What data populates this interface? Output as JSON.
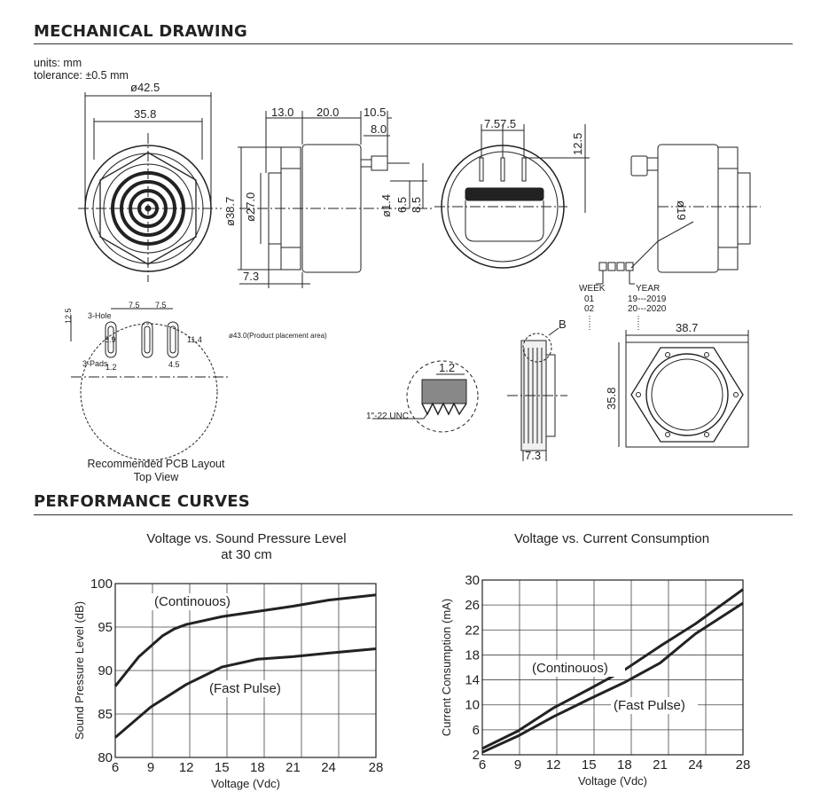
{
  "sections": {
    "mechanical": "MECHANICAL DRAWING",
    "performance": "PERFORMANCE CURVES"
  },
  "notes": {
    "units": "units: mm",
    "tolerance": "tolerance: ±0.5 mm"
  },
  "drawing": {
    "dims": {
      "d425": "ø42.5",
      "d358": "35.8",
      "d13": "13.0",
      "d20": "20.0",
      "d105": "10.5",
      "d80": "8.0",
      "d387": "ø38.7",
      "d270": "ø27.0",
      "d73": "7.3",
      "d14": "ø1.4",
      "d65": "6.5",
      "d85": "8.5",
      "d757": "7.57.5",
      "d125": "12.5",
      "d019": "ø19"
    },
    "date_code": {
      "week": "WEEK",
      "week_vals": [
        "01",
        "02"
      ],
      "year": "YEAR",
      "year_vals": [
        "19---2019",
        "20---2020"
      ]
    },
    "pcb": {
      "d125": "12.5",
      "d75a": "7.5",
      "d75b": "7.5",
      "hole": "3-Hole",
      "d89": "8.9",
      "d114": "11.4",
      "area": "ø43.0(Product placement area)",
      "pads": "3-Pads",
      "d12": "1.2",
      "d45": "4.5",
      "caption1": "Recommended PCB Layout",
      "caption2": "Top View"
    },
    "detail": {
      "b": "B",
      "d12": "1.2",
      "thread": "1\"-22 UNC",
      "d73": "7.3",
      "d387": "38.7",
      "d358": "35.8"
    }
  },
  "chart_data": [
    {
      "type": "line",
      "title": "Voltage vs. Sound Pressure Level",
      "subtitle": "at 30 cm",
      "xlabel": "Voltage (Vdc)",
      "ylabel": "Sound Pressure Level (dB)",
      "xlim": [
        6,
        28
      ],
      "ylim": [
        80,
        100
      ],
      "xticks": [
        6,
        9,
        12,
        15,
        18,
        21,
        24,
        28
      ],
      "yticks": [
        80,
        85,
        90,
        95,
        100
      ],
      "grid": true,
      "series": [
        {
          "name": "(Continouos)",
          "x": [
            6,
            8,
            10,
            11,
            12,
            15,
            18,
            21,
            24,
            28
          ],
          "y": [
            88.2,
            91.6,
            94.0,
            94.8,
            95.3,
            96.2,
            96.8,
            97.4,
            98.1,
            98.7
          ]
        },
        {
          "name": "(Fast Pulse)",
          "x": [
            6,
            9,
            12,
            15,
            18,
            21,
            24,
            28
          ],
          "y": [
            82.3,
            85.8,
            88.4,
            90.4,
            91.3,
            91.6,
            92.0,
            92.5
          ]
        }
      ]
    },
    {
      "type": "line",
      "title": "Voltage vs. Current Consumption",
      "xlabel": "Voltage (Vdc)",
      "ylabel": "Current Consumption (mA)",
      "xlim": [
        6,
        28
      ],
      "ylim": [
        2,
        30
      ],
      "xticks": [
        6,
        9,
        12,
        15,
        18,
        21,
        24,
        28
      ],
      "yticks": [
        2,
        6,
        10,
        14,
        18,
        22,
        26,
        30
      ],
      "grid": true,
      "series": [
        {
          "name": "(Continouos)",
          "x": [
            6,
            9,
            12,
            15,
            18,
            21,
            24,
            28
          ],
          "y": [
            3.0,
            5.8,
            9.5,
            12.5,
            15.6,
            19.4,
            23.0,
            28.5
          ]
        },
        {
          "name": "(Fast Pulse)",
          "x": [
            6,
            9,
            12,
            15,
            18,
            21,
            24,
            28
          ],
          "y": [
            2.4,
            5.0,
            8.1,
            10.9,
            13.6,
            16.7,
            21.4,
            26.3
          ]
        }
      ]
    }
  ]
}
